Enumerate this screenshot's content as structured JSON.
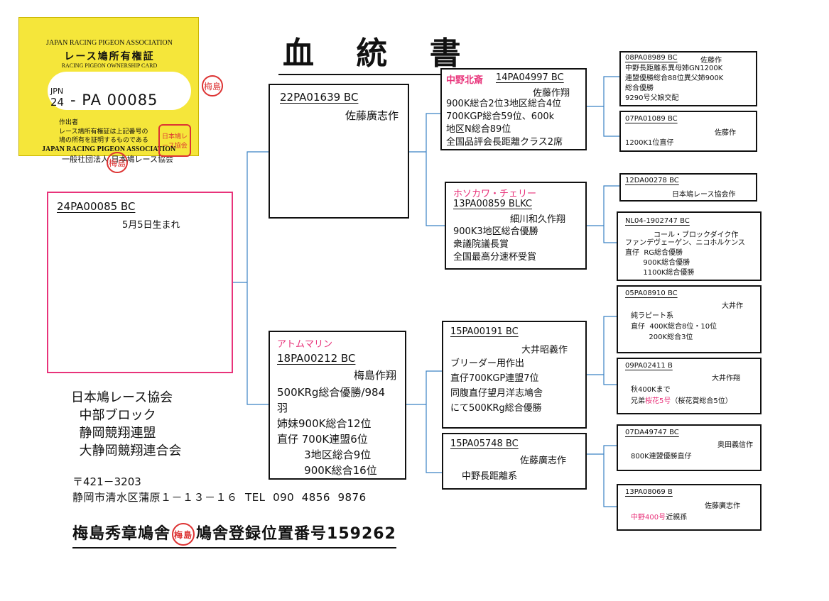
{
  "title": "血 統 書",
  "certificate": {
    "assoc_en": "JAPAN RACING PIGEON ASSOCIATION",
    "title_jp": "レース鳩所有権証",
    "subtitle_en": "RACING PIGEON OWNERSHIP CARD",
    "ring_prefix": "JPN",
    "ring_year": "24",
    "ring_number": "- PA  00085",
    "creator_label": "作出者",
    "desc_line1": "レース鳩所有権証は上記番号の",
    "desc_line2": "鳩の所有を証明するものである",
    "assoc_en_footer": "JAPAN RACING PIGEON ASSOCIATION",
    "assoc_jp_footer": "一般社団法人 日本鳩レース協会",
    "stamp_text": "日本鳩レース協会"
  },
  "hanko_text": "梅島",
  "subject": {
    "ring": "24PA00085  BC",
    "birth": "5月5日生まれ"
  },
  "sire": {
    "ring": "22PA01639  BC",
    "breeder": "佐藤廣志作"
  },
  "dam": {
    "name": "アトムマリン",
    "ring": "18PA00212  BC",
    "breeder": "梅島作翔",
    "notes": [
      "500KRg総合優勝/984",
      "羽",
      "姉妹900K総合12位",
      "直仔  700K連盟6位",
      "        3地区総合9位",
      "        900K総合16位"
    ]
  },
  "ss": {
    "name": "中野北斎",
    "ring": "14PA04997  BC",
    "breeder": "佐藤作翔",
    "notes": [
      "900K総合2位3地区総合4位",
      "700KGP総合59位、600k",
      "地区N総合89位",
      "全国品評会長距離クラス2席"
    ]
  },
  "sd": {
    "name": "ホソカワ・チェリー",
    "ring": "13PA00859  BLKC",
    "breeder": "細川和久作翔",
    "notes": [
      "900K3地区総合優勝",
      "衆議院議長賞",
      "全国最高分速杯受賞"
    ]
  },
  "ds": {
    "ring": "15PA00191  BC",
    "breeder": "大井昭義作",
    "notes": [
      "ブリーダー用作出",
      "直仔700KGP連盟7位",
      "同腹直仔望月洋志鳩舎",
      "にて500KRg総合優勝"
    ]
  },
  "dd": {
    "ring": "15PA05748  BC",
    "breeder": "佐藤廣志作",
    "notes": [
      "中野長距離系"
    ]
  },
  "sss": {
    "ring": "08PA08989  BC",
    "breeder": "佐藤作",
    "notes": [
      "中野長距離系異母姉GN1200K",
      "連盟優勝総合88位異父姉900K",
      "総合優勝",
      "9290号父娘交配"
    ]
  },
  "ssd": {
    "ring": "07PA01089  BC",
    "breeder": "佐藤作",
    "notes": [
      "1200K1位直仔"
    ]
  },
  "sds": {
    "ring": "12DA00278  BC",
    "breeder": "日本鳩レース協会作",
    "notes": []
  },
  "sdd": {
    "ring": "NL04-1902747  BC",
    "breeder": "コール・ブロックダイク作",
    "notes": [
      "ファンデヴェーゲン、ニコホルケンス",
      "直仔  RG総合優勝",
      "        900K総合優勝",
      "        1100K総合優勝"
    ]
  },
  "dss": {
    "ring": "05PA08910  BC",
    "breeder": "大井作",
    "notes": [
      "純ラピート系",
      "直仔  400K総合8位・10位",
      "        200K総合3位"
    ]
  },
  "dsd": {
    "ring": "09PA02411  B",
    "breeder": "大井作翔",
    "note1": "秋400Kまで",
    "note2_prefix": "兄弟",
    "note2_pink": "桜花5号",
    "note2_suffix": "（桜花賞総合5位）"
  },
  "dds": {
    "ring": "07DA49747  BC",
    "breeder": "奥田義信作",
    "notes": [
      "800K連盟優勝直仔"
    ]
  },
  "ddd": {
    "ring": "13PA08069  B",
    "breeder": "佐藤廣志作",
    "note_pink": "中野400号",
    "note_suffix": "近親孫"
  },
  "address": {
    "lines": [
      "日本鳩レース協会",
      "  中部ブロック",
      "  静岡競翔連盟",
      "  大静岡競翔連合会"
    ],
    "postal": "〒421－3203",
    "street": "静岡市清水区蒲原１－１３－１６  TEL  090  4856  9876"
  },
  "loft": {
    "name": "梅島秀章鳩舎",
    "reg": "鳩舎登録位置番号159262"
  }
}
